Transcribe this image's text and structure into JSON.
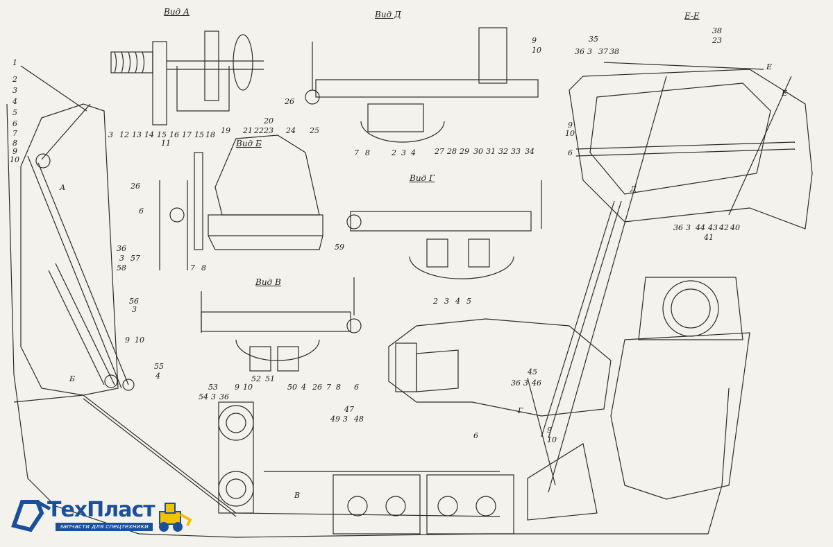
{
  "view_titles": {
    "view_a": "Вид А",
    "view_d": "Вид Д",
    "view_b": "Вид Б",
    "view_g": "Вид Г",
    "view_v": "Вид В",
    "section_ee": "Е-Е"
  },
  "callouts": {
    "left_top": [
      "1",
      "2",
      "3",
      "4",
      "5",
      "6",
      "7",
      "8",
      "9",
      "10"
    ],
    "left_mid": [
      "36",
      "3",
      "58",
      "57"
    ],
    "left_low": [
      "56",
      "3",
      "9",
      "10",
      "55",
      "4"
    ],
    "bottom_mid": [
      "53",
      "54",
      "3",
      "36",
      "9",
      "10"
    ],
    "bottom_center": [
      "47",
      "49",
      "3",
      "48"
    ],
    "bottom_right": [
      "45",
      "36",
      "3",
      "46",
      "6",
      "9",
      "10"
    ],
    "view_a": [
      "3",
      "12",
      "13",
      "14",
      "15",
      "16",
      "17",
      "15",
      "18",
      "19",
      "11"
    ],
    "view_d": [
      "26",
      "7",
      "8",
      "2",
      "3",
      "4",
      "27",
      "28",
      "29",
      "30",
      "31",
      "32",
      "33",
      "34",
      "9",
      "10"
    ],
    "view_b": [
      "20",
      "21",
      "22",
      "23",
      "24",
      "25",
      "26",
      "6",
      "7",
      "8"
    ],
    "view_g": [
      "59",
      "2",
      "3",
      "4",
      "5"
    ],
    "view_v": [
      "52",
      "51",
      "50",
      "4",
      "26",
      "7",
      "8",
      "6"
    ],
    "section_ee_top": [
      "38",
      "23",
      "35",
      "36",
      "3",
      "37",
      "38",
      "E",
      "E"
    ],
    "section_ee_low": [
      "9",
      "10",
      "6",
      "Д",
      "36",
      "3",
      "44",
      "43",
      "42",
      "40",
      "41"
    ],
    "arrows": [
      "А",
      "Б",
      "Г",
      "В"
    ]
  },
  "logo": {
    "name_part1": "Тех",
    "name_part2": "Пласт",
    "tagline": "запчасти для спецтехники"
  },
  "colors": {
    "ink": "#2b2b2b",
    "paper": "#f4f2ec",
    "logo_blue": "#1a4f9c",
    "logo_yellow": "#f2c200"
  }
}
